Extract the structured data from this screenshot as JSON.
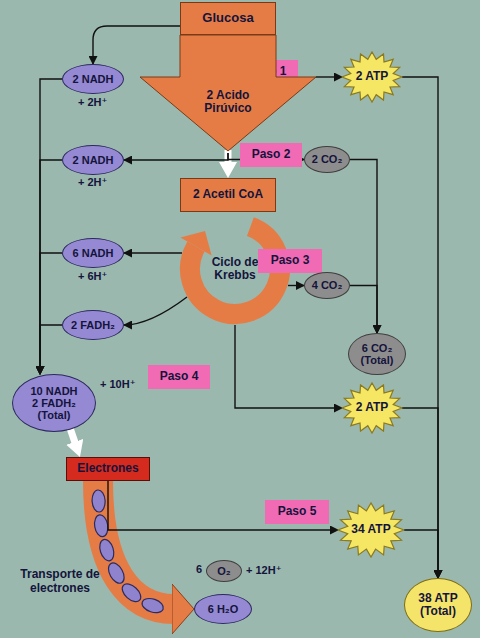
{
  "diagram": {
    "nodes": [
      {
        "text": [
          "Glucosa"
        ]
      },
      {
        "text": [
          "Paso 1"
        ]
      },
      {
        "text": [
          "2 NADH"
        ]
      },
      {
        "text": [
          "2 ATP"
        ]
      },
      {
        "text": [
          "2 Acido Pirúvico"
        ]
      },
      {
        "text": [
          "2 NADH"
        ]
      },
      {
        "text": [
          "Paso 2"
        ]
      },
      {
        "text": [
          "2 CO₂"
        ]
      },
      {
        "text": [
          "2 Acetil CoA"
        ]
      },
      {
        "text": [
          "6 NADH"
        ]
      },
      {
        "text": [
          "Ciclo de Krebbs"
        ]
      },
      {
        "text": [
          "Paso 3"
        ]
      },
      {
        "text": [
          "4 CO₂"
        ]
      },
      {
        "text": [
          "2 FADH₂"
        ]
      },
      {
        "text": [
          "6 CO₂ (Total)"
        ]
      },
      {
        "text": [
          "Paso 4"
        ]
      },
      {
        "text": [
          "10 NADH 2 FADH₂ (Total)"
        ]
      },
      {
        "text": [
          "2 ATP"
        ]
      },
      {
        "text": [
          "Electrones"
        ]
      },
      {
        "text": [
          "Paso 5"
        ]
      },
      {
        "text": [
          "34 ATP"
        ]
      },
      {
        "text": [
          "O₂"
        ]
      },
      {
        "text": [
          "6 H₂O"
        ]
      },
      {
        "text": [
          "38 ATP (Total)"
        ]
      }
    ],
    "edges": [
      {
        "from": 0,
        "to": 2,
        "arrow": "to"
      },
      {
        "from": 4,
        "to": 3,
        "arrow": "to"
      },
      {
        "from": 4,
        "to": 8,
        "arrow": "to"
      },
      {
        "from": 4,
        "to": 5,
        "arrow": "to"
      },
      {
        "from": 4,
        "to": 7,
        "arrow": "to"
      },
      {
        "from": 10,
        "to": 9,
        "arrow": "to"
      },
      {
        "from": 10,
        "to": 13,
        "arrow": "to"
      },
      {
        "from": 10,
        "to": 12,
        "arrow": "to"
      },
      {
        "from": 7,
        "to": 14,
        "arrow": "to"
      },
      {
        "from": 12,
        "to": 14,
        "arrow": "to"
      },
      {
        "from": 10,
        "to": 17,
        "arrow": "to"
      },
      {
        "from": 2,
        "to": 16,
        "arrow": "to"
      },
      {
        "from": 5,
        "to": 16,
        "arrow": "to"
      },
      {
        "from": 9,
        "to": 16,
        "arrow": "to"
      },
      {
        "from": 13,
        "to": 16,
        "arrow": "to"
      },
      {
        "from": 16,
        "to": 18,
        "arrow": "to"
      },
      {
        "from": 18,
        "to": 22,
        "arrow": "to"
      },
      {
        "from": 18,
        "to": 20,
        "arrow": "to"
      },
      {
        "from": 3,
        "to": 23,
        "arrow": "to"
      },
      {
        "from": 17,
        "to": 23,
        "arrow": "to"
      },
      {
        "from": 20,
        "to": 23,
        "arrow": "to"
      }
    ],
    "labels": [
      "+ 2H⁺",
      "+ 2H⁺",
      "+ 6H⁺",
      "+ 10H⁺",
      "6",
      "+ 12H⁺",
      "Transporte de electrones"
    ]
  }
}
